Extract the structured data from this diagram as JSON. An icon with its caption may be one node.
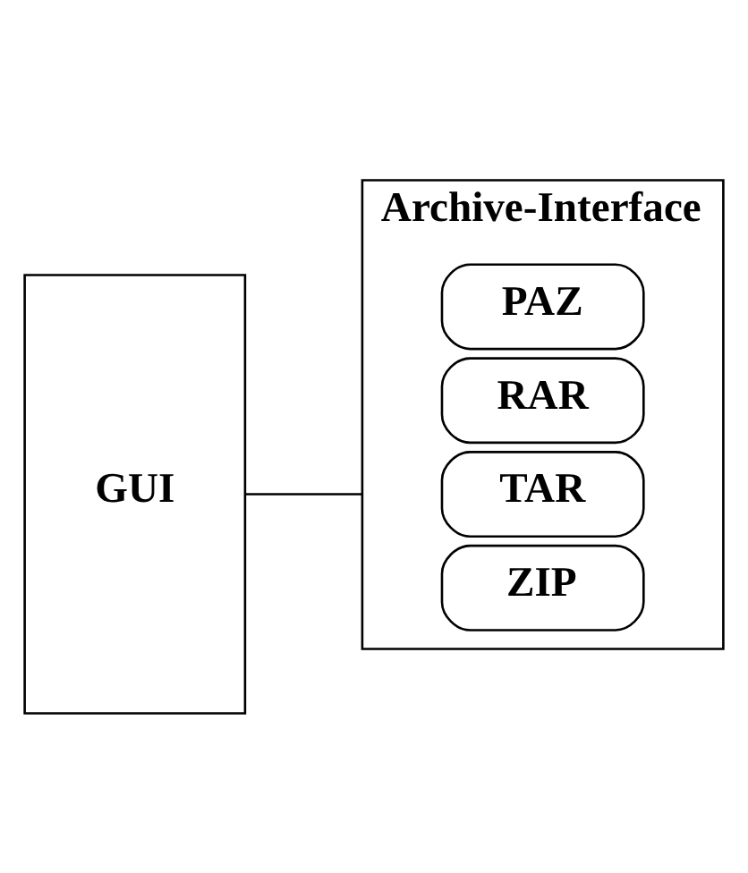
{
  "diagram": {
    "nodes": [
      {
        "text": [
          "GUI"
        ]
      },
      {
        "text": [
          "Archive-Interface"
        ]
      },
      {
        "text": [
          "ZIP"
        ],
        "in": 1
      },
      {
        "text": [
          "TAR"
        ],
        "in": 1
      },
      {
        "text": [
          "RAR"
        ],
        "in": 1
      },
      {
        "text": [
          "PAZ"
        ],
        "in": 1
      }
    ],
    "edges": [
      {
        "from": 0,
        "to": 1,
        "arrow": "none"
      }
    ]
  }
}
